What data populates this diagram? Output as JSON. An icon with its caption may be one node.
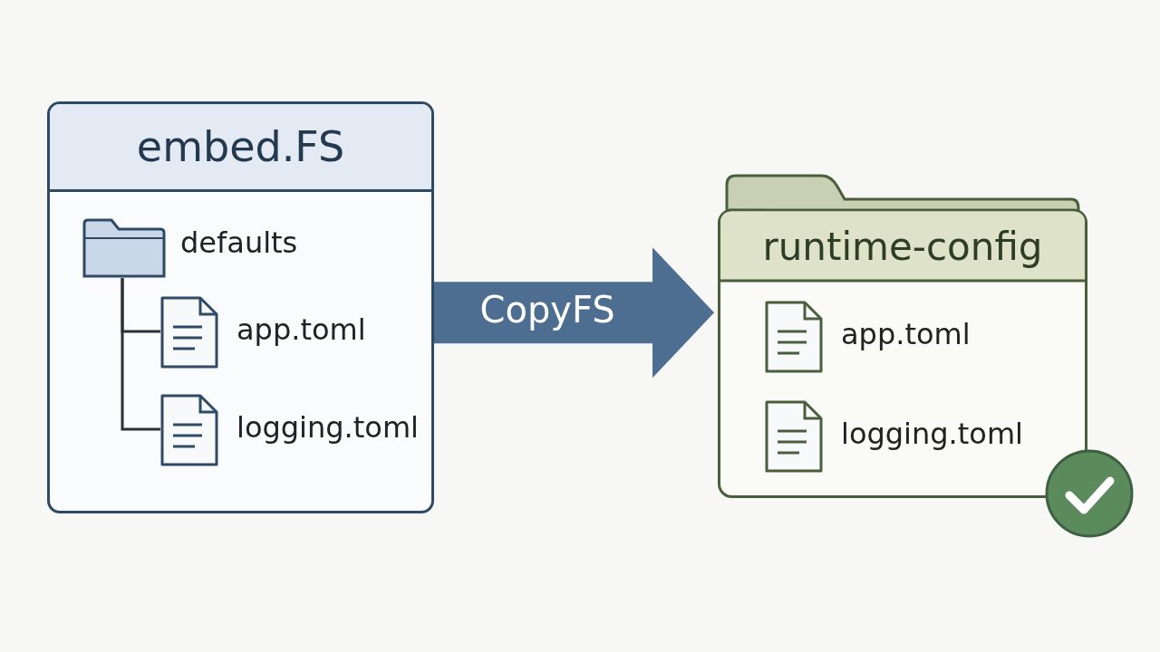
{
  "diagram": {
    "nodes": [
      {
        "text": [
          "embed.FS"
        ]
      },
      {
        "text": [
          "defaults"
        ],
        "in": 0
      },
      {
        "text": [
          "app.toml"
        ],
        "in": 0
      },
      {
        "text": [
          "logging.toml"
        ],
        "in": 0
      },
      {
        "text": [
          "runtime-config"
        ]
      },
      {
        "text": [
          "app.toml"
        ],
        "in": 4
      },
      {
        "text": [
          "logging.toml"
        ],
        "in": 4
      }
    ],
    "edges": [
      {
        "from": 1,
        "to": 2,
        "arrow": "none"
      },
      {
        "from": 1,
        "to": 3,
        "arrow": "none"
      },
      {
        "from": 0,
        "to": 4,
        "arrow": "to",
        "label": "CopyFS",
        "style": "thick",
        "color": "#4d6d91"
      }
    ]
  }
}
